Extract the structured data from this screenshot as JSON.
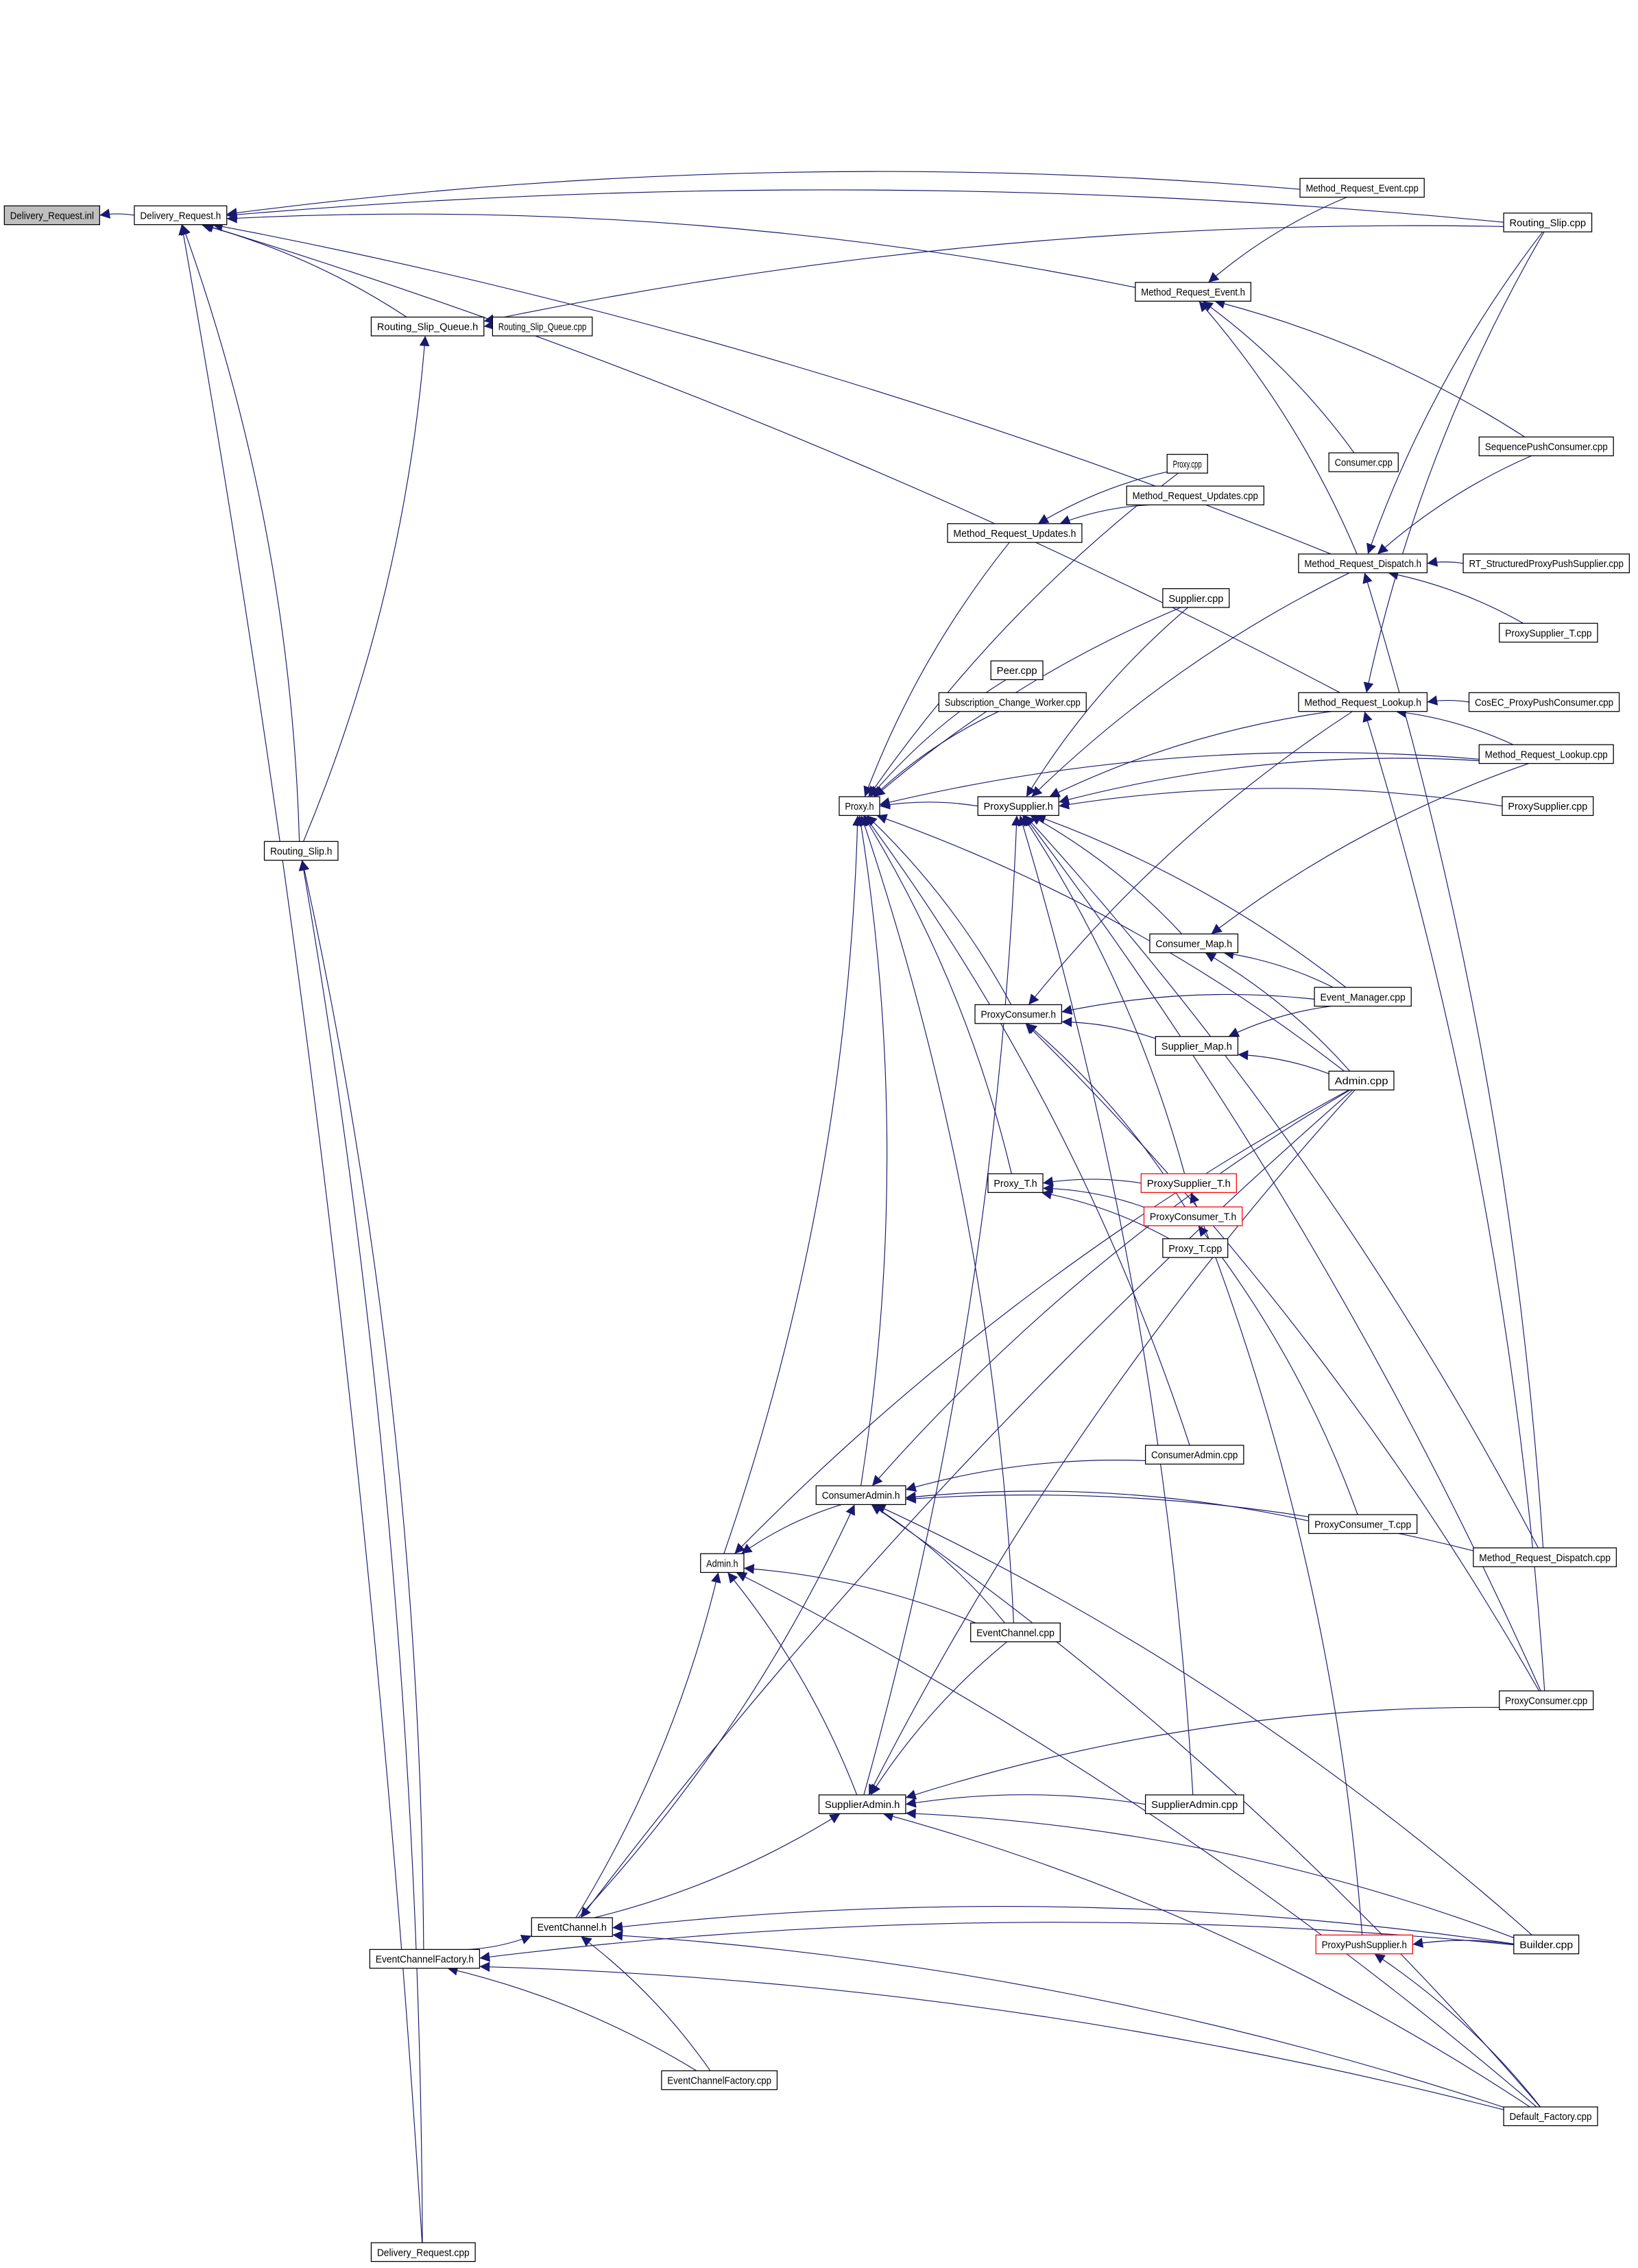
{
  "graph": {
    "title": "Delivery_Request.inl include dependency graph",
    "edge_color": "#191970",
    "root_fill": "#bfbfbf",
    "incomplete_border": "#ff0000",
    "nodes": [
      {
        "id": "dr_inl",
        "label": "Delivery_Request.inl",
        "style": "root"
      },
      {
        "id": "dr_h",
        "label": "Delivery_Request.h",
        "style": "normal"
      },
      {
        "id": "rsq_h",
        "label": "Routing_Slip_Queue.h",
        "style": "normal"
      },
      {
        "id": "rsq_cpp",
        "label": "Routing_Slip_Queue.cpp",
        "style": "normal"
      },
      {
        "id": "rs_h",
        "label": "Routing_Slip.h",
        "style": "normal"
      },
      {
        "id": "ecf_h",
        "label": "EventChannelFactory.h",
        "style": "normal"
      },
      {
        "id": "dr_cpp",
        "label": "Delivery_Request.cpp",
        "style": "normal"
      },
      {
        "id": "ec_h",
        "label": "EventChannel.h",
        "style": "normal"
      },
      {
        "id": "ecf_cpp",
        "label": "EventChannelFactory.cpp",
        "style": "normal"
      },
      {
        "id": "admin_h",
        "label": "Admin.h",
        "style": "normal"
      },
      {
        "id": "ca_h",
        "label": "ConsumerAdmin.h",
        "style": "normal"
      },
      {
        "id": "sa_h",
        "label": "SupplierAdmin.h",
        "style": "normal"
      },
      {
        "id": "proxy_h",
        "label": "Proxy.h",
        "style": "normal"
      },
      {
        "id": "ps_h",
        "label": "ProxySupplier.h",
        "style": "normal"
      },
      {
        "id": "pc_h",
        "label": "ProxyConsumer.h",
        "style": "normal"
      },
      {
        "id": "pt_h",
        "label": "Proxy_T.h",
        "style": "normal"
      },
      {
        "id": "mru_h",
        "label": "Method_Request_Updates.h",
        "style": "normal"
      },
      {
        "id": "mru_cpp",
        "label": "Method_Request_Updates.cpp",
        "style": "normal"
      },
      {
        "id": "proxy_cpp",
        "label": "Proxy.cpp",
        "style": "normal"
      },
      {
        "id": "supplier_cpp",
        "label": "Supplier.cpp",
        "style": "normal"
      },
      {
        "id": "peer_cpp",
        "label": "Peer.cpp",
        "style": "normal"
      },
      {
        "id": "scw_cpp",
        "label": "Subscription_Change_Worker.cpp",
        "style": "normal"
      },
      {
        "id": "mre_h",
        "label": "Method_Request_Event.h",
        "style": "normal"
      },
      {
        "id": "mre_cpp",
        "label": "Method_Request_Event.cpp",
        "style": "normal"
      },
      {
        "id": "rs_cpp",
        "label": "Routing_Slip.cpp",
        "style": "normal"
      },
      {
        "id": "spc_cpp",
        "label": "SequencePushConsumer.cpp",
        "style": "normal"
      },
      {
        "id": "consumer_cpp",
        "label": "Consumer.cpp",
        "style": "normal"
      },
      {
        "id": "mrd_h",
        "label": "Method_Request_Dispatch.h",
        "style": "normal"
      },
      {
        "id": "rtspps_cpp",
        "label": "RT_StructuredProxyPushSupplier.cpp",
        "style": "normal"
      },
      {
        "id": "pst_cpp",
        "label": "ProxySupplier_T.cpp",
        "style": "normal"
      },
      {
        "id": "mrl_h",
        "label": "Method_Request_Lookup.h",
        "style": "normal"
      },
      {
        "id": "cosec_cpp",
        "label": "CosEC_ProxyPushConsumer.cpp",
        "style": "normal"
      },
      {
        "id": "mrl_cpp",
        "label": "Method_Request_Lookup.cpp",
        "style": "normal"
      },
      {
        "id": "ps_cpp",
        "label": "ProxySupplier.cpp",
        "style": "normal"
      },
      {
        "id": "cm_h",
        "label": "Consumer_Map.h",
        "style": "normal"
      },
      {
        "id": "em_cpp",
        "label": "Event_Manager.cpp",
        "style": "normal"
      },
      {
        "id": "sm_h",
        "label": "Supplier_Map.h",
        "style": "normal"
      },
      {
        "id": "admin_cpp",
        "label": "Admin.cpp",
        "style": "normal"
      },
      {
        "id": "pst_h",
        "label": "ProxySupplier_T.h",
        "style": "red"
      },
      {
        "id": "pct_h",
        "label": "ProxyConsumer_T.h",
        "style": "red"
      },
      {
        "id": "pt_cpp",
        "label": "Proxy_T.cpp",
        "style": "normal"
      },
      {
        "id": "ca_cpp",
        "label": "ConsumerAdmin.cpp",
        "style": "normal"
      },
      {
        "id": "pct_cpp",
        "label": "ProxyConsumer_T.cpp",
        "style": "normal"
      },
      {
        "id": "mrd_cpp",
        "label": "Method_Request_Dispatch.cpp",
        "style": "normal"
      },
      {
        "id": "ec_cpp",
        "label": "EventChannel.cpp",
        "style": "normal"
      },
      {
        "id": "pc_cpp",
        "label": "ProxyConsumer.cpp",
        "style": "normal"
      },
      {
        "id": "sa_cpp",
        "label": "SupplierAdmin.cpp",
        "style": "normal"
      },
      {
        "id": "pps_h",
        "label": "ProxyPushSupplier.h",
        "style": "red"
      },
      {
        "id": "builder_cpp",
        "label": "Builder.cpp",
        "style": "normal"
      },
      {
        "id": "df_cpp",
        "label": "Default_Factory.cpp",
        "style": "normal"
      }
    ],
    "edges": [
      [
        "dr_h",
        "dr_inl"
      ],
      [
        "rsq_h",
        "dr_h"
      ],
      [
        "rsq_cpp",
        "rsq_h"
      ],
      [
        "rs_h",
        "dr_h"
      ],
      [
        "rs_h",
        "rsq_h"
      ],
      [
        "dr_cpp",
        "dr_h"
      ],
      [
        "dr_cpp",
        "rs_h"
      ],
      [
        "rs_cpp",
        "dr_h"
      ],
      [
        "rs_cpp",
        "rsq_h"
      ],
      [
        "mre_cpp",
        "dr_h"
      ],
      [
        "mre_h",
        "dr_h"
      ],
      [
        "mre_cpp",
        "mre_h"
      ],
      [
        "mrd_h",
        "dr_h"
      ],
      [
        "mrl_h",
        "dr_h"
      ],
      [
        "ecf_h",
        "rs_h"
      ],
      [
        "proxy_cpp",
        "proxy_h"
      ],
      [
        "mru_h",
        "proxy_h"
      ],
      [
        "mru_cpp",
        "mru_h"
      ],
      [
        "proxy_cpp",
        "mru_h"
      ],
      [
        "supplier_cpp",
        "proxy_h"
      ],
      [
        "peer_cpp",
        "proxy_h"
      ],
      [
        "scw_cpp",
        "proxy_h"
      ],
      [
        "ps_h",
        "proxy_h"
      ],
      [
        "pc_h",
        "proxy_h"
      ],
      [
        "pt_h",
        "proxy_h"
      ],
      [
        "cm_h",
        "ps_h"
      ],
      [
        "em_cpp",
        "cm_h"
      ],
      [
        "em_cpp",
        "pc_h"
      ],
      [
        "em_cpp",
        "ps_h"
      ],
      [
        "sm_h",
        "pc_h"
      ],
      [
        "em_cpp",
        "sm_h"
      ],
      [
        "admin_cpp",
        "sm_h"
      ],
      [
        "admin_cpp",
        "cm_h"
      ],
      [
        "admin_cpp",
        "proxy_h"
      ],
      [
        "pst_h",
        "pt_h"
      ],
      [
        "pst_h",
        "ps_h"
      ],
      [
        "pct_h",
        "pt_h"
      ],
      [
        "pct_h",
        "pc_h"
      ],
      [
        "pt_cpp",
        "pt_h"
      ],
      [
        "ps_cpp",
        "ps_h"
      ],
      [
        "mrl_cpp",
        "ps_h"
      ],
      [
        "mrl_cpp",
        "proxy_h"
      ],
      [
        "mrl_cpp",
        "mrl_h"
      ],
      [
        "mrl_cpp",
        "cm_h"
      ],
      [
        "mrl_h",
        "pc_h"
      ],
      [
        "mrl_h",
        "ps_h"
      ],
      [
        "cosec_cpp",
        "mrl_h"
      ],
      [
        "mrd_h",
        "ps_h"
      ],
      [
        "mrd_h",
        "mre_h"
      ],
      [
        "rtspps_cpp",
        "mrd_h"
      ],
      [
        "pst_cpp",
        "mrd_h"
      ],
      [
        "spc_cpp",
        "mre_h"
      ],
      [
        "spc_cpp",
        "mrd_h"
      ],
      [
        "consumer_cpp",
        "mre_h"
      ],
      [
        "rs_cpp",
        "mrd_h"
      ],
      [
        "rs_cpp",
        "mrl_h"
      ],
      [
        "mrd_cpp",
        "mrd_h"
      ],
      [
        "mrd_cpp",
        "ps_h"
      ],
      [
        "mrd_cpp",
        "ca_h"
      ],
      [
        "pc_cpp",
        "pc_h"
      ],
      [
        "pc_cpp",
        "mrl_h"
      ],
      [
        "pc_cpp",
        "sa_h"
      ],
      [
        "ca_h",
        "proxy_h"
      ],
      [
        "ca_h",
        "admin_h"
      ],
      [
        "ca_cpp",
        "ca_h"
      ],
      [
        "ca_cpp",
        "proxy_h"
      ],
      [
        "admin_h",
        "proxy_h"
      ],
      [
        "sa_h",
        "admin_h"
      ],
      [
        "sa_h",
        "ps_h"
      ],
      [
        "sa_cpp",
        "sa_h"
      ],
      [
        "sa_cpp",
        "ps_h"
      ],
      [
        "ec_cpp",
        "admin_h"
      ],
      [
        "ec_cpp",
        "ca_h"
      ],
      [
        "ec_cpp",
        "proxy_h"
      ],
      [
        "ec_h",
        "admin_h"
      ],
      [
        "ec_h",
        "ca_h"
      ],
      [
        "ec_h",
        "sa_h"
      ],
      [
        "ecf_h",
        "ec_h"
      ],
      [
        "ecf_cpp",
        "ecf_h"
      ],
      [
        "ecf_cpp",
        "ec_h"
      ],
      [
        "builder_cpp",
        "pps_h"
      ],
      [
        "builder_cpp",
        "ec_h"
      ],
      [
        "builder_cpp",
        "sa_h"
      ],
      [
        "builder_cpp",
        "ca_h"
      ],
      [
        "builder_cpp",
        "ecf_h"
      ],
      [
        "df_cpp",
        "ecf_h"
      ],
      [
        "df_cpp",
        "ec_h"
      ],
      [
        "df_cpp",
        "admin_h"
      ],
      [
        "df_cpp",
        "sa_h"
      ],
      [
        "df_cpp",
        "pps_h"
      ],
      [
        "df_cpp",
        "ca_h"
      ],
      [
        "pps_h",
        "pst_h"
      ],
      [
        "pct_cpp",
        "pct_h"
      ],
      [
        "pct_cpp",
        "ca_h"
      ],
      [
        "admin_cpp",
        "admin_h"
      ],
      [
        "admin_cpp",
        "ca_h"
      ],
      [
        "admin_cpp",
        "sa_h"
      ],
      [
        "admin_cpp",
        "ec_h"
      ],
      [
        "supplier_cpp",
        "ps_h"
      ],
      [
        "pc_cpp",
        "ps_h"
      ],
      [
        "ec_cpp",
        "sa_h"
      ]
    ]
  }
}
